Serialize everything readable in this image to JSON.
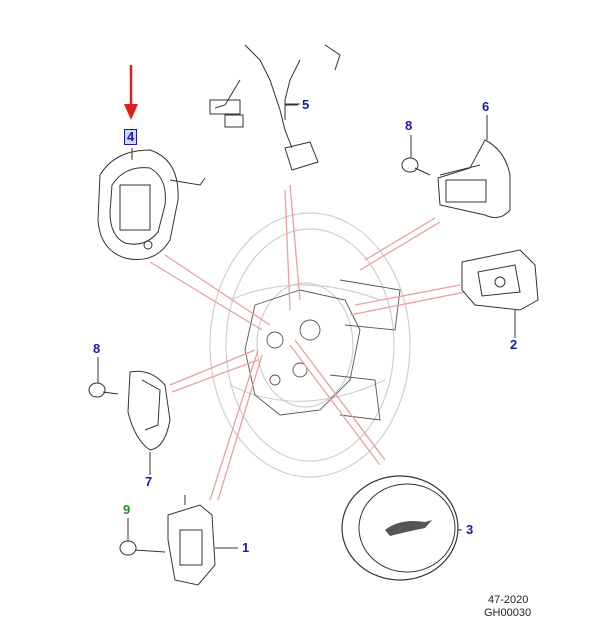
{
  "callouts": {
    "c1": "1",
    "c2": "2",
    "c3": "3",
    "c4": "4",
    "c5": "5",
    "c6": "6",
    "c7": "7",
    "c8a": "8",
    "c8b": "8",
    "c9": "9"
  },
  "footer": {
    "date": "47-2020",
    "code": "GH00030"
  },
  "colors": {
    "leader": "#e8a0a0",
    "arrow": "#e02020",
    "callout": "#1a1aa8",
    "callout_alt": "#2a8a2a",
    "line": "#333333"
  }
}
